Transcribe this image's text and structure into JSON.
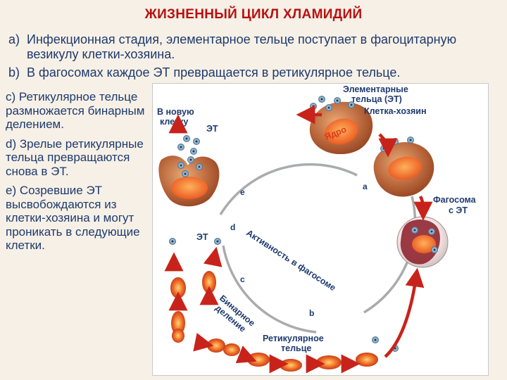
{
  "title": "ЖИЗНЕННЫЙ ЦИКЛ ХЛАМИДИЙ",
  "intro": [
    {
      "mark": "a)",
      "text": "Инфекционная стадия, элементарное тельце поступает в фагоцитарную везикулу клетки-хозяина."
    },
    {
      "mark": "b)",
      "text": "В фагосомах каждое ЭТ превращается в ретикулярное тельце."
    }
  ],
  "steps": [
    {
      "mark": "c)",
      "text": "Ретикулярное тельце размножается бинарным делением."
    },
    {
      "mark": "d)",
      "text": "Зрелые ретикулярные тельца превращаются снова в ЭТ."
    },
    {
      "mark": "e)",
      "text": "Созревшие ЭТ высвобождаются из клетки-хозяина и могут проникать в следующие клетки."
    }
  ],
  "diagram": {
    "labels": {
      "elementary_bodies": [
        "Элементарные",
        "тельца (ЭТ)"
      ],
      "host_cell": "Клетка-хозяин",
      "nucleus": "Ядро",
      "phagosome": [
        "Фагосома",
        "с ЭТ"
      ],
      "reticular_body": [
        "Ретикулярное",
        "тельце"
      ],
      "binary_division": [
        "Бинарное",
        "деление"
      ],
      "activity": "Активность в фагосоме",
      "new_cell": [
        "В новую",
        "клетку"
      ],
      "et_top": "ЭТ",
      "et_mid": "ЭТ"
    },
    "stage_letters": {
      "a": "a",
      "b": "b",
      "c": "c",
      "d": "d",
      "e": "e"
    },
    "colors": {
      "cell": "#a8562e",
      "cell_light": "#e9a874",
      "nucleus": "#e9541e",
      "nucleus_light": "#ffb05a",
      "arrow": "#c8231b",
      "body": "#3d6a8c",
      "arc": "#a9abad"
    }
  }
}
